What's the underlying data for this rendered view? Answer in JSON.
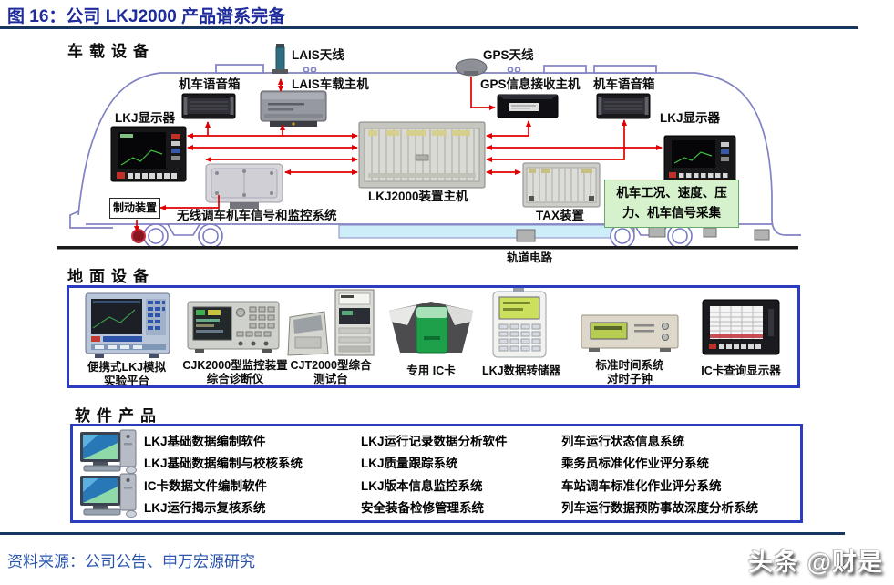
{
  "header": {
    "title": "图 16：公司 LKJ2000 产品谱系完备"
  },
  "vehicle": {
    "section_title": "车载设备",
    "labels": {
      "lais_antenna": "LAIS天线",
      "gps_antenna": "GPS天线",
      "speaker_left": "机车语音箱",
      "lais_host": "LAIS车载主机",
      "gps_host": "GPS信息接收主机",
      "speaker_right": "机车语音箱",
      "lkj_display_left": "LKJ显示器",
      "lkj_display_right": "LKJ显示器",
      "lkj2000_host": "LKJ2000装置主机",
      "tax_device": "TAX装置",
      "radio_shunting": "无线调车机车信号和监控系统",
      "brake_device": "制动装置",
      "signal_collect": "机车工况、速度、压\n力、机车信号采集",
      "track_circuit": "轨道电路"
    }
  },
  "ground": {
    "section_title": "地面设备",
    "items": [
      {
        "label": "便携式LKJ模拟\n实验平台"
      },
      {
        "label": "CJK2000型监控装置\n综合诊断仪"
      },
      {
        "label": "CJT2000型综合\n测试台"
      },
      {
        "label": "专用 IC卡"
      },
      {
        "label": "LKJ数据转储器"
      },
      {
        "label": "标准时间系统\n对时子钟"
      },
      {
        "label": "IC卡查询显示器"
      }
    ]
  },
  "software": {
    "section_title": "软件产品",
    "columns": [
      {
        "items": "LKJ基础数据编制软件\nLKJ基础数据编制与校核系统\nIC卡数据文件编制软件\nLKJ运行揭示复核系统"
      },
      {
        "items": "LKJ运行记录数据分析软件\nLKJ质量跟踪系统\nLKJ版本信息监控系统\n安全装备检修管理系统"
      },
      {
        "items": "列车运行状态信息系统\n乘务员标准化作业评分系统\n车站调车标准化作业评分系统\n列车运行数据预防事故深度分析系统"
      }
    ]
  },
  "footer": {
    "source": "资料来源：公司公告、申万宏源研究",
    "watermark": "头条 @财是"
  },
  "colors": {
    "title_blue": "#1e2b9b",
    "rule_navy": "#16375f",
    "box_border_blue": "#2b3cc0",
    "arrow_red": "#e00000",
    "train_outline_purple": "#8282c4",
    "green_box_bg": "#d6f2cd",
    "source_blue": "#2c55ae",
    "ic_card_green": "#1ea04a",
    "tank_cyan": "#cdeef8"
  }
}
